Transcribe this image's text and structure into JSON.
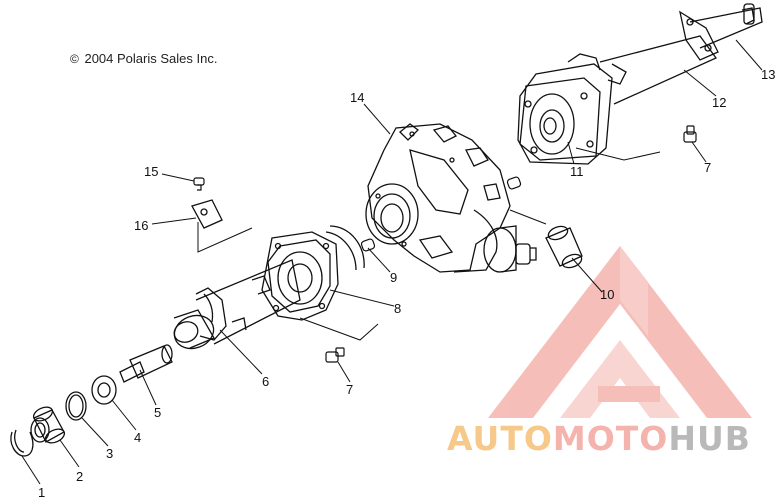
{
  "copyright": {
    "symbol": "©",
    "text": "2004 Polaris Sales Inc."
  },
  "callouts": [
    "1",
    "2",
    "3",
    "4",
    "5",
    "6",
    "7",
    "7",
    "8",
    "9",
    "10",
    "11",
    "12",
    "13",
    "14",
    "15",
    "16"
  ],
  "watermark": {
    "part1": "AUTO",
    "part2": "MOTO",
    "part3": "HUB"
  },
  "colors": {
    "line": "#111111",
    "watermark_red": "#ee8a80",
    "watermark_orange": "#f6c98b",
    "watermark_gray": "#b9b9b9"
  }
}
